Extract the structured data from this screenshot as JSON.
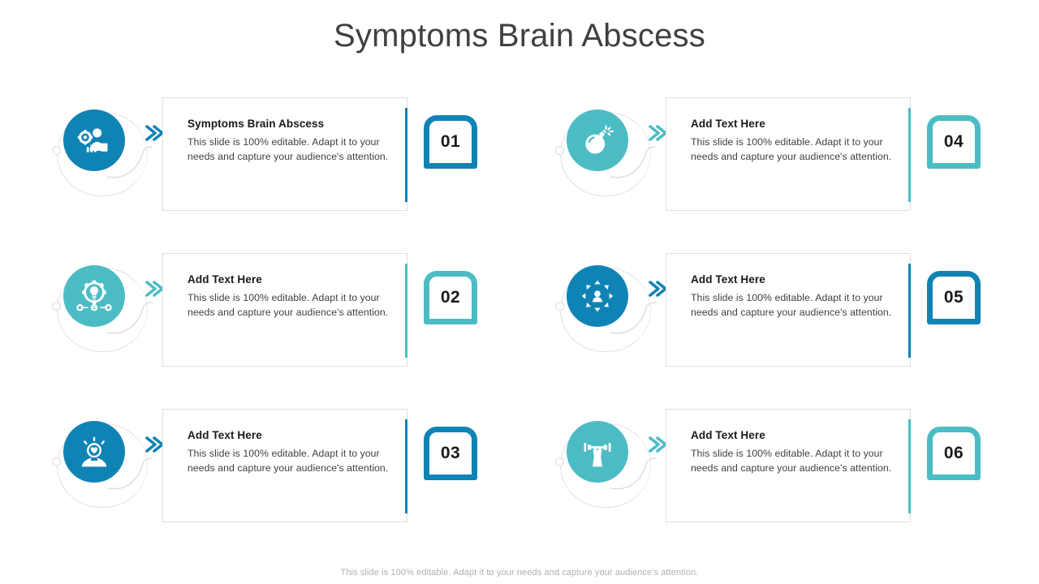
{
  "title": "Symptoms Brain Abscess",
  "footer": "This slide is 100% editable. Adapt it to your needs and capture your audience's attention.",
  "colors": {
    "dark_blue": "#1083b5",
    "light_teal": "#4cbcc4",
    "title_color": "#404040",
    "body_color": "#404040",
    "card_border": "#dfdfdf"
  },
  "items": [
    {
      "number": "01",
      "title": "Symptoms Brain Abscess",
      "body": "This slide is 100% editable. Adapt it to your needs and capture your audience's attention.",
      "icon": "person-gear-chart-icon",
      "circle_color": "#1083b5",
      "badge_color": "#1083b5",
      "accent_color": "#1083b5",
      "arrow_color": "#1083b5"
    },
    {
      "number": "02",
      "title": "Add  Text Here",
      "body": "This slide is 100% editable. Adapt it to your needs and capture your audience's attention.",
      "icon": "gear-lightbulb-network-icon",
      "circle_color": "#4cbcc4",
      "badge_color": "#4cbcc4",
      "accent_color": "#4cbcc4",
      "arrow_color": "#4cbcc4"
    },
    {
      "number": "03",
      "title": "Add  Text Here",
      "body": "This slide is 100% editable. Adapt it to your needs and capture your audience's attention.",
      "icon": "hands-heart-care-icon",
      "circle_color": "#1083b5",
      "badge_color": "#1083b5",
      "accent_color": "#1083b5",
      "arrow_color": "#1083b5"
    },
    {
      "number": "04",
      "title": "Add  Text Here",
      "body": "This slide is 100% editable. Adapt it to your needs and capture your audience's attention.",
      "icon": "bomb-icon",
      "circle_color": "#4cbcc4",
      "badge_color": "#4cbcc4",
      "accent_color": "#4cbcc4",
      "arrow_color": "#4cbcc4"
    },
    {
      "number": "05",
      "title": "Add  Text Here",
      "body": "This slide is 100% editable. Adapt it to your needs and capture your audience's attention.",
      "icon": "person-arrows-expand-icon",
      "circle_color": "#1083b5",
      "badge_color": "#1083b5",
      "accent_color": "#1083b5",
      "arrow_color": "#1083b5"
    },
    {
      "number": "06",
      "title": "Add  Text Here",
      "body": "This slide is 100% editable. Adapt it to your needs and capture your audience's attention.",
      "icon": "hand-dumbbell-fitness-icon",
      "circle_color": "#4cbcc4",
      "badge_color": "#4cbcc4",
      "accent_color": "#4cbcc4",
      "arrow_color": "#4cbcc4"
    }
  ]
}
